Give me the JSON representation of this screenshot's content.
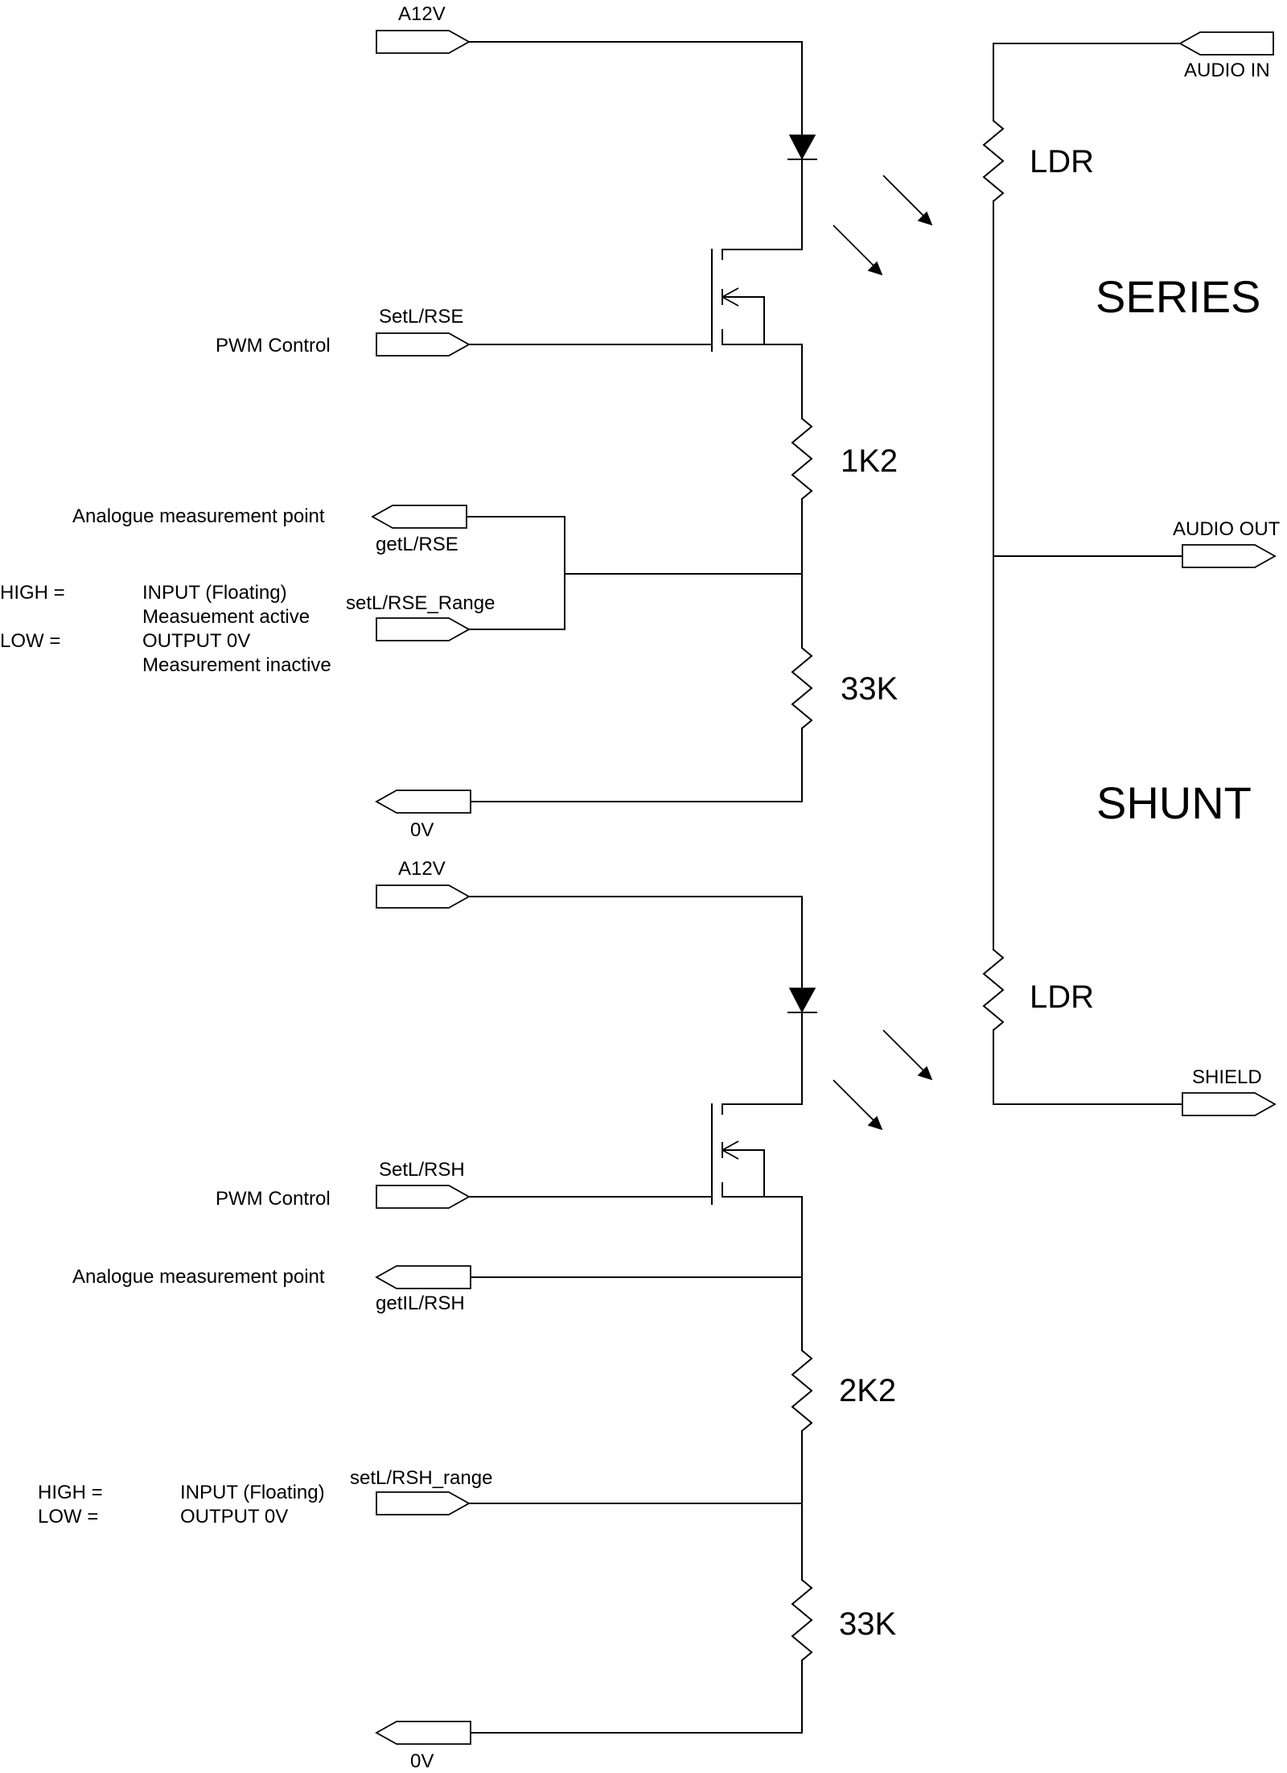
{
  "series": {
    "supply_port": "A12V",
    "pwm_label": "PWM Control",
    "pwm_port": "SetL/RSE",
    "resistor_top": "1K2",
    "measure_label": "Analogue measurement point",
    "measure_port": "getL/RSE",
    "range_port": "setL/RSE_Range",
    "range_high_key": "HIGH =",
    "range_high_value": "INPUT (Floating)",
    "range_high_note": "Measuement active",
    "range_low_key": "LOW =",
    "range_low_value": "OUTPUT 0V",
    "range_low_note": "Measurement inactive",
    "resistor_bottom": "33K",
    "ground_port": "0V",
    "ldr_label": "LDR",
    "section_title": "SERIES"
  },
  "shunt": {
    "supply_port": "A12V",
    "pwm_label": "PWM Control",
    "pwm_port": "SetL/RSH",
    "measure_label": "Analogue measurement point",
    "measure_port": "getIL/RSH",
    "resistor_top": "2K2",
    "range_port": "setL/RSH_range",
    "range_high_key": "HIGH =",
    "range_high_value": "INPUT (Floating)",
    "range_low_key": "LOW =",
    "range_low_value": "OUTPUT 0V",
    "resistor_bottom": "33K",
    "ground_port": "0V",
    "ldr_label": "LDR",
    "section_title": "SHUNT"
  },
  "audio": {
    "input_port": "AUDIO IN",
    "output_port": "AUDIO OUT",
    "shield_port": "SHIELD"
  }
}
